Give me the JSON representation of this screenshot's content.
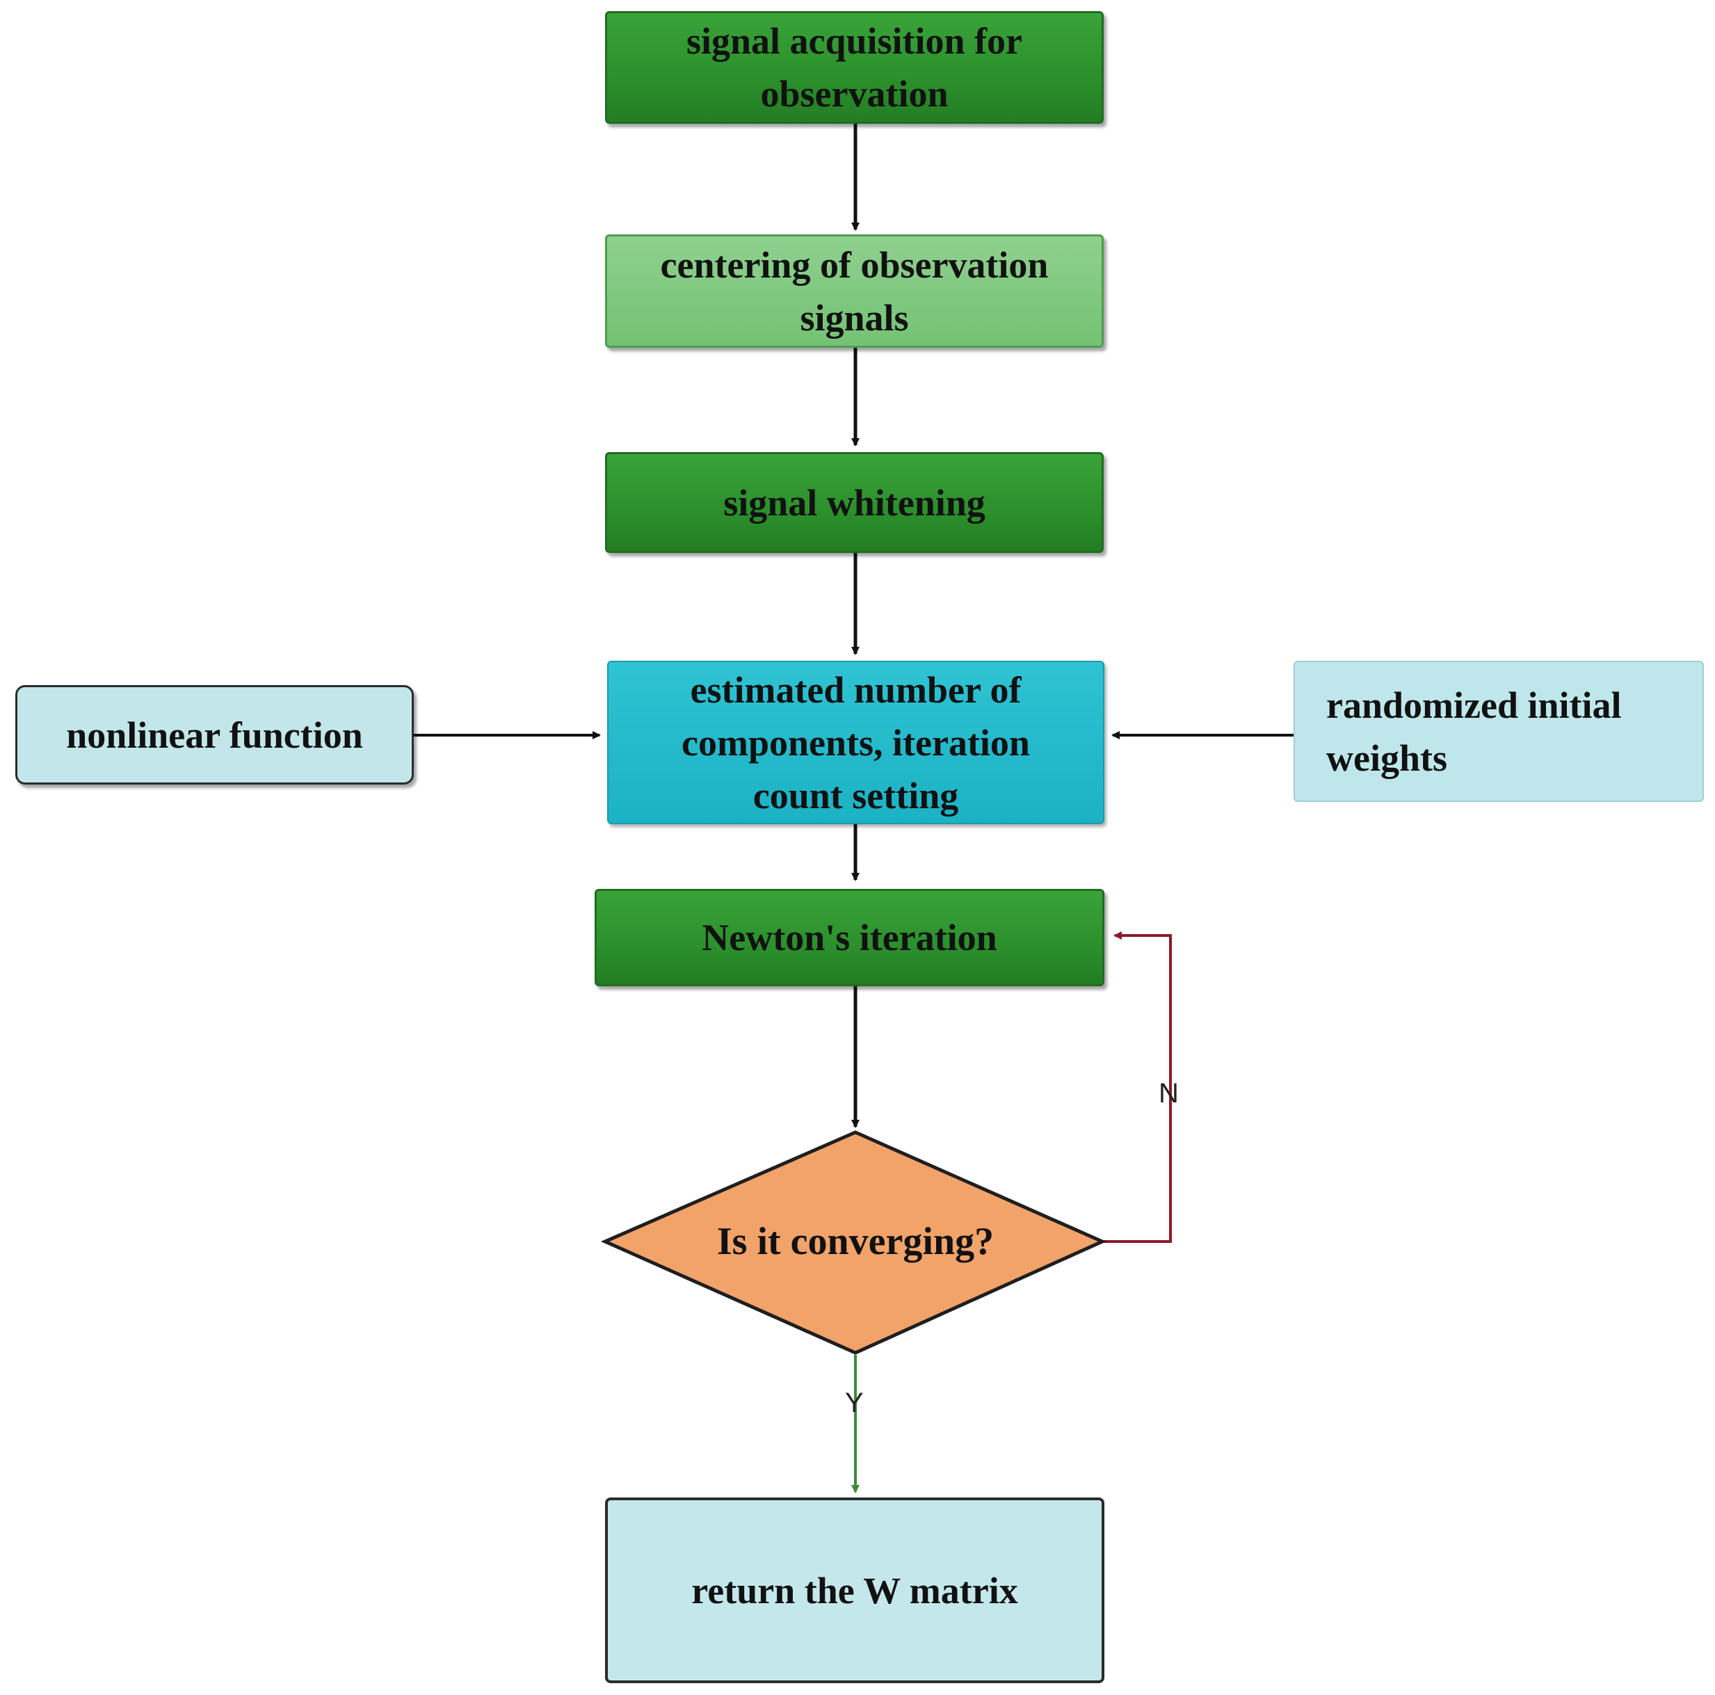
{
  "nodes": {
    "acquisition": [
      "signal acquisition for",
      "observation"
    ],
    "centering": [
      "centering of observation",
      "signals"
    ],
    "whitening": "signal whitening",
    "estimation": [
      "estimated number of",
      "components, iteration",
      "count setting"
    ],
    "nonlinear": "nonlinear function",
    "weights": [
      "randomized initial",
      "weights"
    ],
    "newton": "Newton's iteration",
    "decision": "Is it converging?",
    "result": "return the W matrix"
  },
  "edge_labels": {
    "no": "N",
    "yes": "Y"
  },
  "colors": {
    "dark_green": "#2b8f2b",
    "light_green": "#7ec67e",
    "teal": "#1bb2c4",
    "pale_teal": "#c2e6ea",
    "diamond": "#f2a36a",
    "loop_arrow": "#8b1a2b",
    "yes_arrow": "#3c8a3c"
  }
}
